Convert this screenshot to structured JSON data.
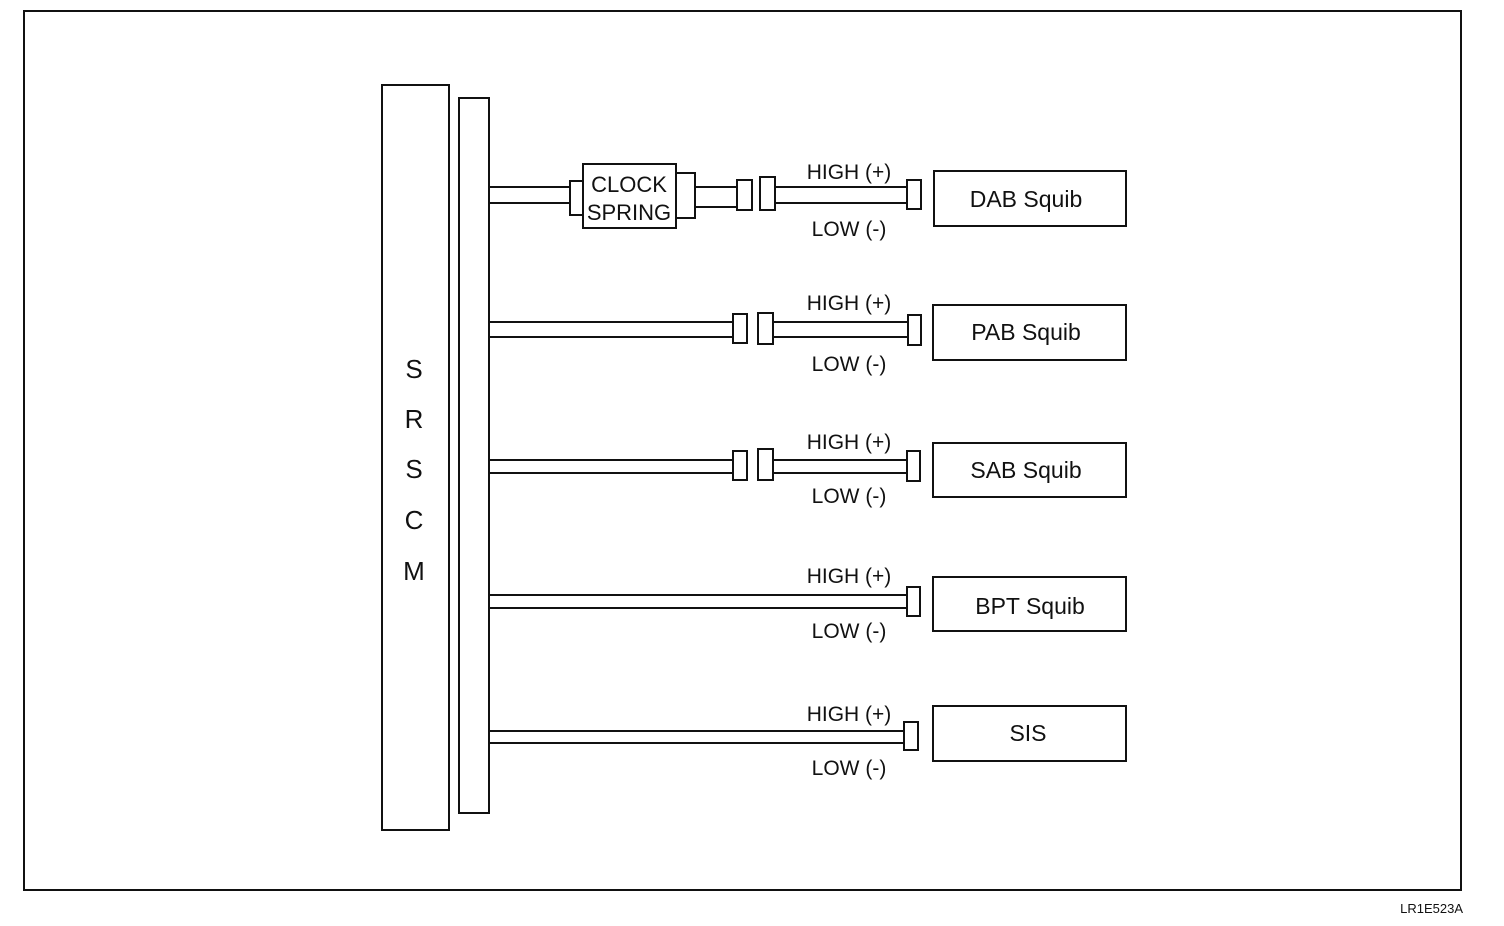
{
  "module_letters": [
    "S",
    "R",
    "S",
    "C",
    "M"
  ],
  "clock_spring": {
    "line1": "CLOCK",
    "line2": "SPRING"
  },
  "circuits": [
    {
      "high": "HIGH (+)",
      "low": "LOW (-)",
      "device": "DAB Squib"
    },
    {
      "high": "HIGH (+)",
      "low": "LOW (-)",
      "device": "PAB Squib"
    },
    {
      "high": "HIGH (+)",
      "low": "LOW (-)",
      "device": "SAB Squib"
    },
    {
      "high": "HIGH (+)",
      "low": "LOW (-)",
      "device": "BPT Squib"
    },
    {
      "high": "HIGH (+)",
      "low": "LOW (-)",
      "device": "SIS"
    }
  ],
  "figure_code": "LR1E523A"
}
